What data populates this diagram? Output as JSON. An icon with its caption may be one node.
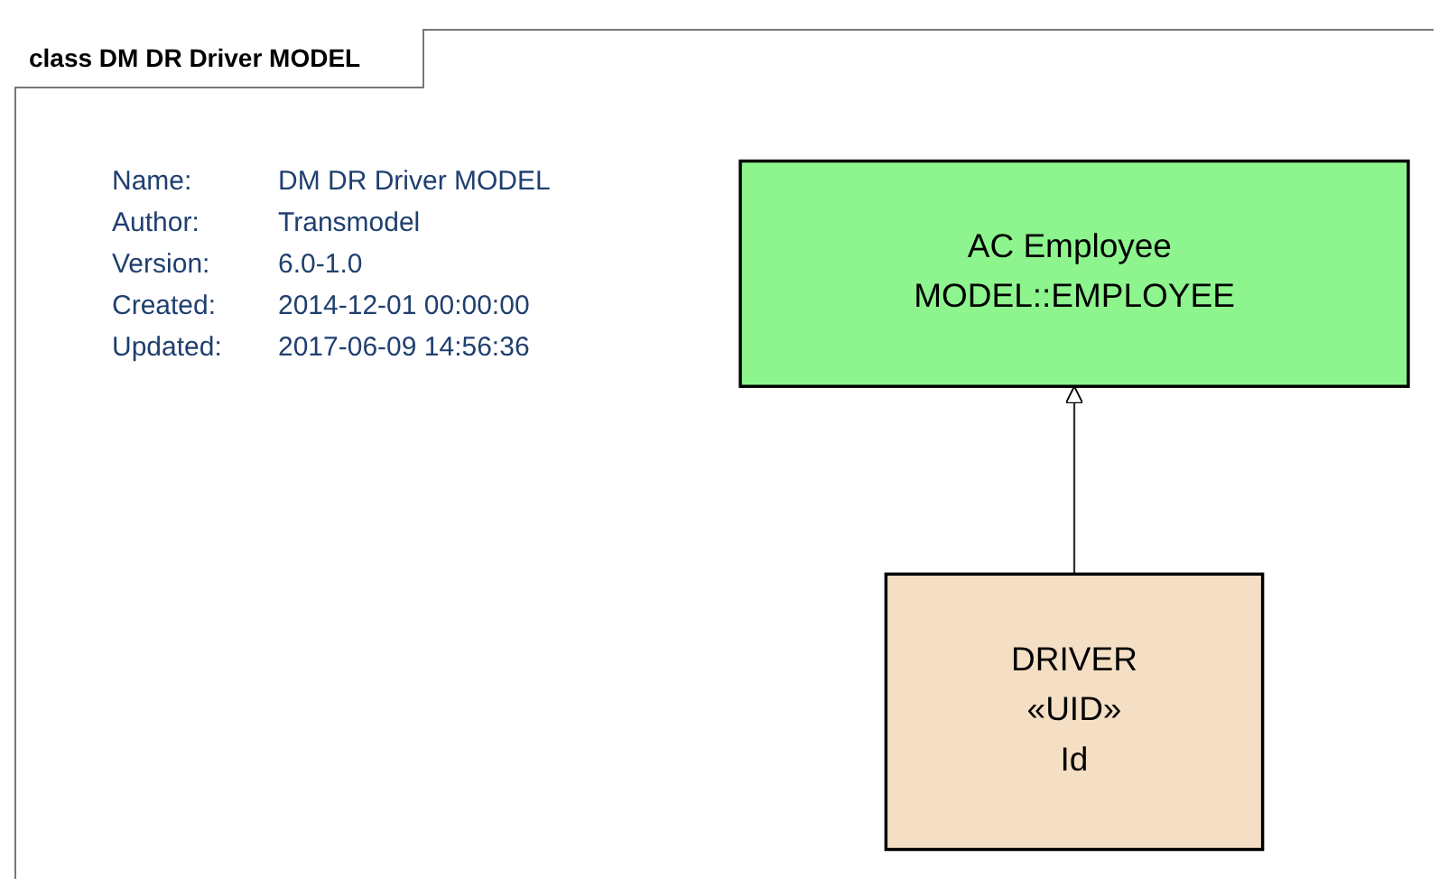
{
  "diagram": {
    "title": "class DM DR Driver MODEL",
    "nodes": [
      {
        "text": [
          "AC Employee MODEL::EMPLOYEE"
        ]
      },
      {
        "text": [
          "DRIVER",
          "«UID»",
          "Id"
        ]
      }
    ],
    "edges": [
      {
        "from": 1,
        "to": 0,
        "arrow": "to"
      }
    ],
    "labels": [
      "Name:",
      "DM DR Driver MODEL",
      "Author:",
      "Transmodel",
      "Version:",
      "6.0-1.0",
      "Created:",
      "2014-12-01 00:00:00",
      "Updated:",
      "2017-06-09 14:56:36"
    ]
  }
}
